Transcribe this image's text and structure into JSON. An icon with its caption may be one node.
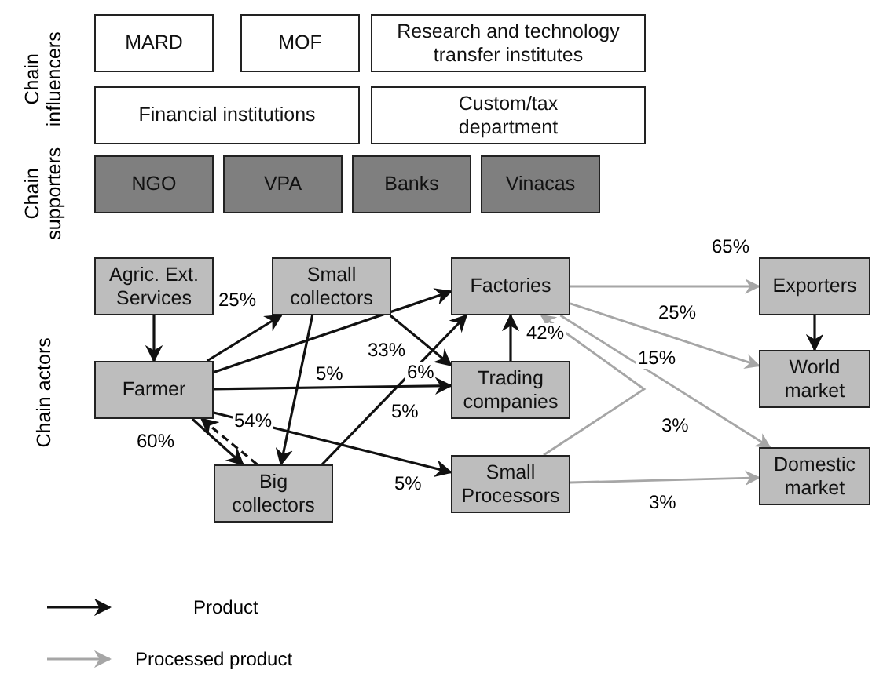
{
  "diagram": {
    "nodes": [
      {
        "text": [
          "MARD"
        ]
      },
      {
        "text": [
          "MOF"
        ]
      },
      {
        "text": [
          "Research and technology transfer institutes"
        ]
      },
      {
        "text": [
          "Financial institutions"
        ]
      },
      {
        "text": [
          "Custom/tax department"
        ]
      },
      {
        "text": [
          "NGO"
        ]
      },
      {
        "text": [
          "VPA"
        ]
      },
      {
        "text": [
          "Banks"
        ]
      },
      {
        "text": [
          "Vinacas"
        ]
      },
      {
        "text": [
          "Agric. Ext. Services"
        ]
      },
      {
        "text": [
          "Small collectors"
        ]
      },
      {
        "text": [
          "Factories"
        ]
      },
      {
        "text": [
          "Exporters"
        ]
      },
      {
        "text": [
          "Farmer"
        ]
      },
      {
        "text": [
          "Trading companies"
        ]
      },
      {
        "text": [
          "World market"
        ]
      },
      {
        "text": [
          "Big collectors"
        ]
      },
      {
        "text": [
          "Small Processors"
        ]
      },
      {
        "text": [
          "Domestic market"
        ]
      }
    ],
    "edges": [
      {
        "from": 9,
        "to": 13,
        "arrow": "to"
      },
      {
        "from": 13,
        "to": 10,
        "arrow": "to",
        "label": "25%"
      },
      {
        "from": 13,
        "to": 11,
        "arrow": "to",
        "label": "33%"
      },
      {
        "from": 13,
        "to": 14,
        "arrow": "to",
        "label": "5%"
      },
      {
        "from": 13,
        "to": 17,
        "arrow": "to",
        "label": "5%"
      },
      {
        "from": 13,
        "to": 16,
        "arrow": "to",
        "label": "60%"
      },
      {
        "from": 16,
        "to": 13,
        "arrow": "to",
        "label": "54%",
        "style": "dashed"
      },
      {
        "from": 10,
        "to": 16,
        "arrow": "to",
        "label": "5%"
      },
      {
        "from": 10,
        "to": 14,
        "arrow": "to",
        "label": "6%"
      },
      {
        "from": 16,
        "to": 11,
        "arrow": "to"
      },
      {
        "from": 14,
        "to": 11,
        "arrow": "to",
        "label": "42%"
      },
      {
        "from": 12,
        "to": 15,
        "arrow": "to"
      },
      {
        "from": 11,
        "to": 12,
        "arrow": "to",
        "label": "65%",
        "color": "#a6a6a6"
      },
      {
        "from": 11,
        "to": 15,
        "arrow": "to",
        "label": "25%",
        "color": "#a6a6a6"
      },
      {
        "from": 11,
        "to": 18,
        "arrow": "to",
        "label": "15%",
        "color": "#a6a6a6"
      },
      {
        "from": 17,
        "to": 11,
        "arrow": "to",
        "label": "3%",
        "color": "#a6a6a6"
      },
      {
        "from": 17,
        "to": 18,
        "arrow": "to",
        "label": "3%",
        "color": "#a6a6a6"
      }
    ],
    "labels": [
      "Chain influencers",
      "Chain supporters",
      "Chain actors"
    ],
    "legend": [
      {
        "text": "Product"
      },
      {
        "text": "Processed product"
      }
    ]
  }
}
